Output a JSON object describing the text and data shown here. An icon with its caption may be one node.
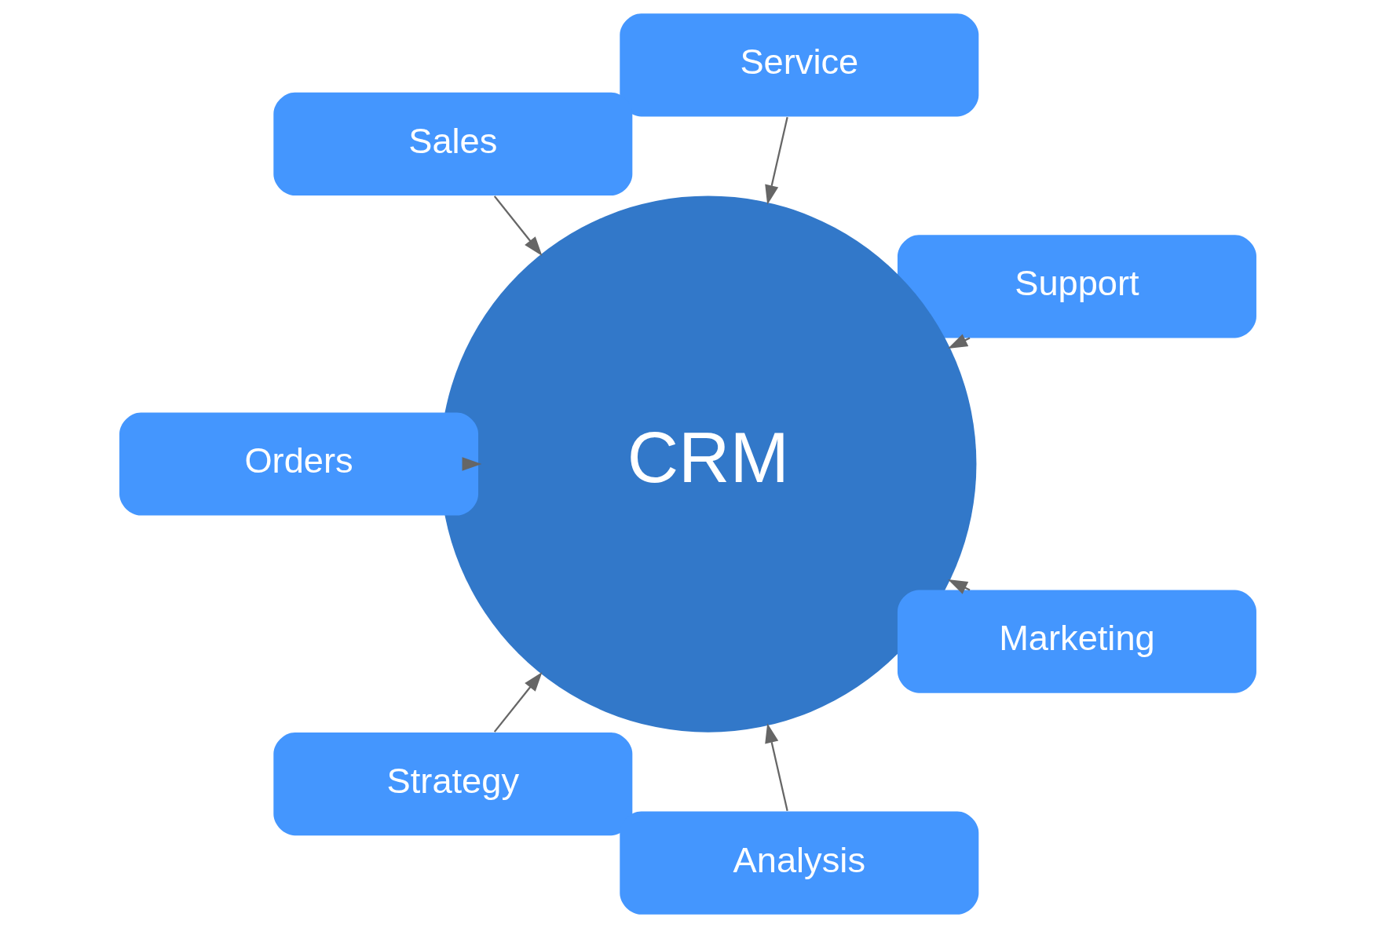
{
  "diagram": {
    "nodes": [
      {
        "text": [
          "Support"
        ]
      },
      {
        "text": [
          "Service"
        ]
      },
      {
        "text": [
          "Sales"
        ]
      },
      {
        "text": [
          "CRM"
        ]
      },
      {
        "text": [
          "Orders"
        ]
      },
      {
        "text": [
          "Strategy"
        ]
      },
      {
        "text": [
          "Analysis"
        ]
      },
      {
        "text": [
          "Marketing"
        ]
      }
    ],
    "edges": [
      {
        "from": 0,
        "to": 3,
        "arrow": "to"
      },
      {
        "from": 1,
        "to": 3,
        "arrow": "to"
      },
      {
        "from": 2,
        "to": 3,
        "arrow": "to"
      },
      {
        "from": 4,
        "to": 3,
        "arrow": "to"
      },
      {
        "from": 5,
        "to": 3,
        "arrow": "to"
      },
      {
        "from": 6,
        "to": 3,
        "arrow": "to"
      },
      {
        "from": 7,
        "to": 3,
        "arrow": "to"
      }
    ]
  }
}
